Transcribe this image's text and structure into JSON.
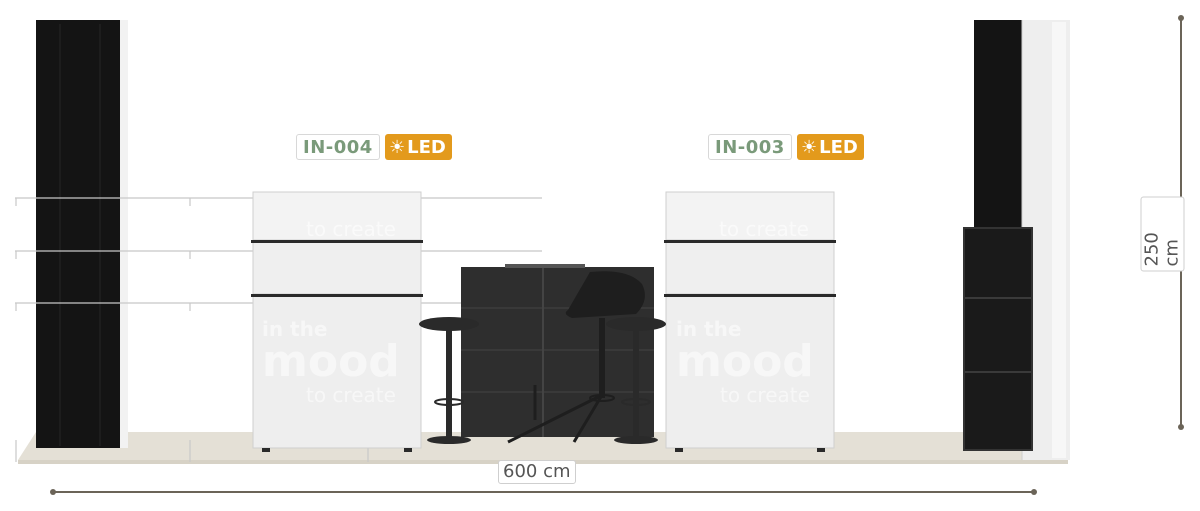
{
  "booth": {
    "counters": [
      {
        "code": "IN-004",
        "led": "LED"
      },
      {
        "code": "IN-003",
        "led": "LED"
      }
    ],
    "graphic": {
      "line1": "in the",
      "line2": "mood",
      "line3": "to create"
    }
  },
  "dimensions": {
    "width": "600 cm",
    "height": "250 cm"
  },
  "colors": {
    "code_text": "#7a9a7a",
    "led_badge": "#e39a1c",
    "panel_dark": "#1a1a1a",
    "floor": "#e4e0d6",
    "dimension_line": "#6b6458"
  },
  "icons": {
    "led": "sun-icon"
  }
}
